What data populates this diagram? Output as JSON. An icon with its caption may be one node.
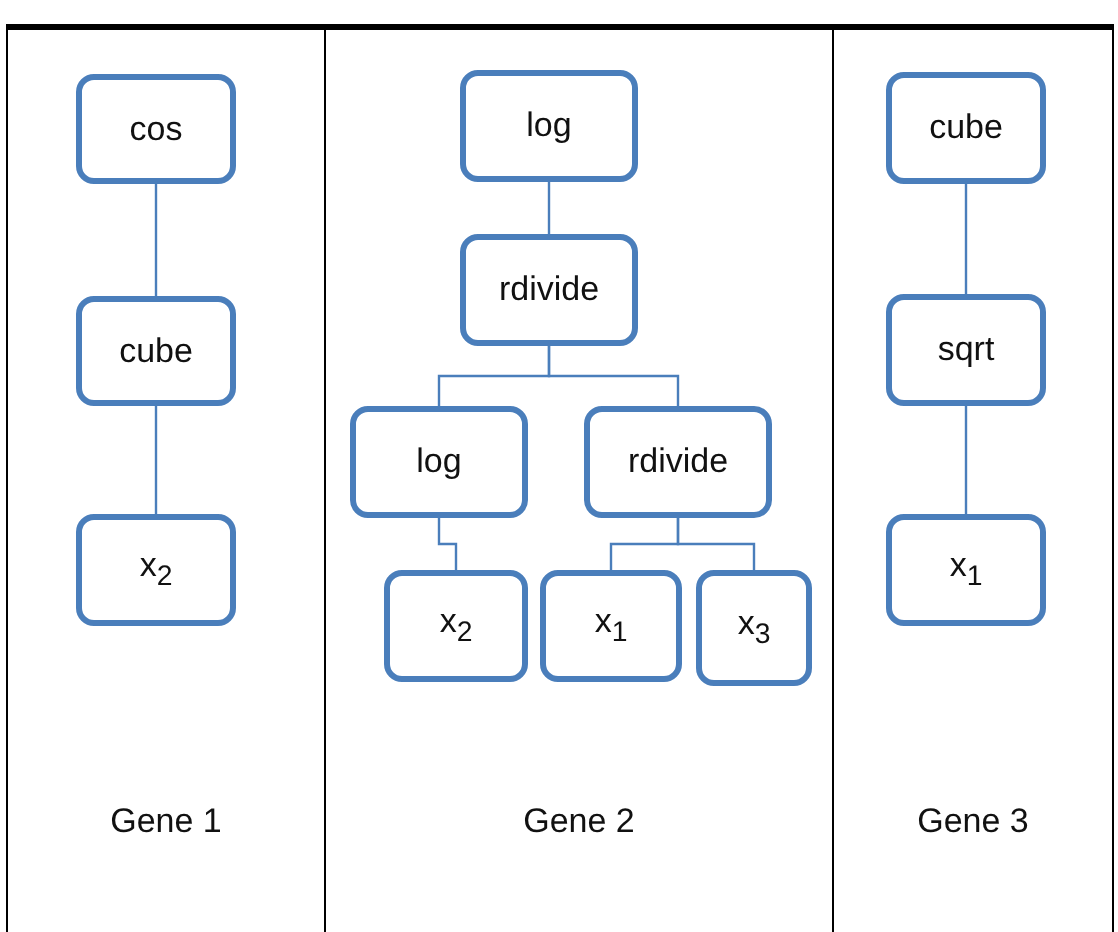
{
  "diagram": {
    "nodes": [
      {
        "text": [
          "Gene 1"
        ]
      },
      {
        "text": [
          "cos"
        ],
        "in": 0
      },
      {
        "text": [
          "cube"
        ],
        "in": 0
      },
      {
        "text": [
          "x$_{2}$"
        ],
        "in": 0
      },
      {
        "text": [
          "Gene 2"
        ]
      },
      {
        "text": [
          "log"
        ],
        "in": 4
      },
      {
        "text": [
          "rdivide"
        ],
        "in": 4
      },
      {
        "text": [
          "log"
        ],
        "in": 4
      },
      {
        "text": [
          "rdivide"
        ],
        "in": 4
      },
      {
        "text": [
          "x$_{2}$"
        ],
        "in": 4
      },
      {
        "text": [
          "x$_{1}$"
        ],
        "in": 4
      },
      {
        "text": [
          "x$_{3}$"
        ],
        "in": 4
      },
      {
        "text": [
          "Gene 3"
        ]
      },
      {
        "text": [
          "cube"
        ],
        "in": 12
      },
      {
        "text": [
          "sqrt"
        ],
        "in": 12
      },
      {
        "text": [
          "x$_{1}$"
        ],
        "in": 12
      }
    ],
    "edges": [
      {
        "from": 1,
        "to": 2,
        "arrow": "none"
      },
      {
        "from": 2,
        "to": 3,
        "arrow": "none"
      },
      {
        "from": 5,
        "to": 6,
        "arrow": "none"
      },
      {
        "from": 6,
        "to": 7,
        "arrow": "none"
      },
      {
        "from": 6,
        "to": 8,
        "arrow": "none"
      },
      {
        "from": 7,
        "to": 9,
        "arrow": "none"
      },
      {
        "from": 8,
        "to": 10,
        "arrow": "none"
      },
      {
        "from": 8,
        "to": 11,
        "arrow": "none"
      },
      {
        "from": 13,
        "to": 14,
        "arrow": "none"
      },
      {
        "from": 14,
        "to": 15,
        "arrow": "none"
      }
    ]
  }
}
